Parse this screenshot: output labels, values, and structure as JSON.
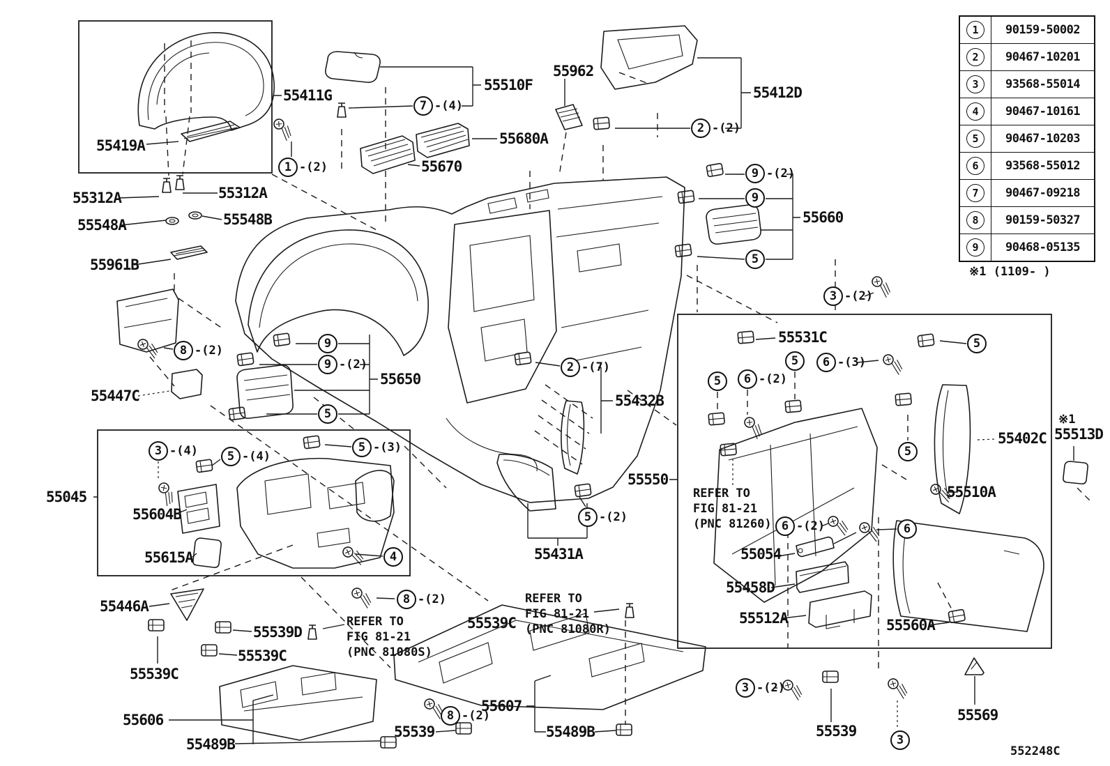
{
  "table": {
    "rows": [
      {
        "index": "1",
        "part_number": "90159-50002"
      },
      {
        "index": "2",
        "part_number": "90467-10201"
      },
      {
        "index": "3",
        "part_number": "93568-55014"
      },
      {
        "index": "4",
        "part_number": "90467-10161"
      },
      {
        "index": "5",
        "part_number": "90467-10203"
      },
      {
        "index": "6",
        "part_number": "93568-55012"
      },
      {
        "index": "7",
        "part_number": "90467-09218"
      },
      {
        "index": "8",
        "part_number": "90159-50327"
      },
      {
        "index": "9",
        "part_number": "90468-05135"
      }
    ]
  },
  "asterisk_note": "※1 (1109-    )",
  "footer_code": "552248C",
  "labels": [
    {
      "text": "55411G"
    },
    {
      "text": "55419A"
    },
    {
      "text": "55312A"
    },
    {
      "text": "55312A"
    },
    {
      "text": "55548A"
    },
    {
      "text": "55548B"
    },
    {
      "text": "55961B"
    },
    {
      "text": "55447C"
    },
    {
      "text": "55045"
    },
    {
      "text": "55604B"
    },
    {
      "text": "55615A"
    },
    {
      "text": "55446A"
    },
    {
      "text": "55539C"
    },
    {
      "text": "55539D"
    },
    {
      "text": "55539C"
    },
    {
      "text": "55606"
    },
    {
      "text": "55489B"
    },
    {
      "text": "55539"
    },
    {
      "text": "55607"
    },
    {
      "text": "55489B"
    },
    {
      "text": "55539C"
    },
    {
      "text": "55510F"
    },
    {
      "text": "55670"
    },
    {
      "text": "55680A"
    },
    {
      "text": "55962"
    },
    {
      "text": "55412D"
    },
    {
      "text": "55660"
    },
    {
      "text": "55650"
    },
    {
      "text": "55432B"
    },
    {
      "text": "55431A"
    },
    {
      "text": "55550"
    },
    {
      "text": "55531C"
    },
    {
      "text": "55402C"
    },
    {
      "text": "55513D"
    },
    {
      "text": "55510A"
    },
    {
      "text": "55054"
    },
    {
      "text": "55458D"
    },
    {
      "text": "55512A"
    },
    {
      "text": "55560A"
    },
    {
      "text": "55569"
    },
    {
      "text": "55539"
    },
    {
      "text": "※1"
    }
  ],
  "callouts": [
    {
      "num": "1",
      "suffix": "-(2)"
    },
    {
      "num": "7",
      "suffix": "-(4)"
    },
    {
      "num": "2",
      "suffix": "-(2)"
    },
    {
      "num": "9",
      "suffix": "-(2)"
    },
    {
      "num": "9",
      "suffix": ""
    },
    {
      "num": "5",
      "suffix": ""
    },
    {
      "num": "8",
      "suffix": "-(2)"
    },
    {
      "num": "9",
      "suffix": ""
    },
    {
      "num": "9",
      "suffix": "-(2)"
    },
    {
      "num": "5",
      "suffix": ""
    },
    {
      "num": "2",
      "suffix": "-(7)"
    },
    {
      "num": "5",
      "suffix": "-(2)"
    },
    {
      "num": "3",
      "suffix": "-(4)"
    },
    {
      "num": "5",
      "suffix": "-(4)"
    },
    {
      "num": "5",
      "suffix": "-(3)"
    },
    {
      "num": "4",
      "suffix": ""
    },
    {
      "num": "8",
      "suffix": "-(2)"
    },
    {
      "num": "8",
      "suffix": "-(2)"
    },
    {
      "num": "3",
      "suffix": "-(2)"
    },
    {
      "num": "5",
      "suffix": ""
    },
    {
      "num": "6",
      "suffix": "-(2)"
    },
    {
      "num": "5",
      "suffix": ""
    },
    {
      "num": "6",
      "suffix": "-(3)"
    },
    {
      "num": "5",
      "suffix": ""
    },
    {
      "num": "5",
      "suffix": ""
    },
    {
      "num": "6",
      "suffix": "-(2)"
    },
    {
      "num": "6",
      "suffix": ""
    },
    {
      "num": "3",
      "suffix": "-(2)"
    },
    {
      "num": "3",
      "suffix": ""
    }
  ],
  "notes": [
    {
      "line1": "REFER TO",
      "line2": "FIG 81-21",
      "line3": "(PNC 81260)"
    },
    {
      "line1": "REFER TO",
      "line2": "FIG 81-21",
      "line3": "(PNC 81080S)"
    },
    {
      "line1": "REFER TO",
      "line2": "FIG 81-21",
      "line3": "(PNC 81080R)"
    }
  ]
}
